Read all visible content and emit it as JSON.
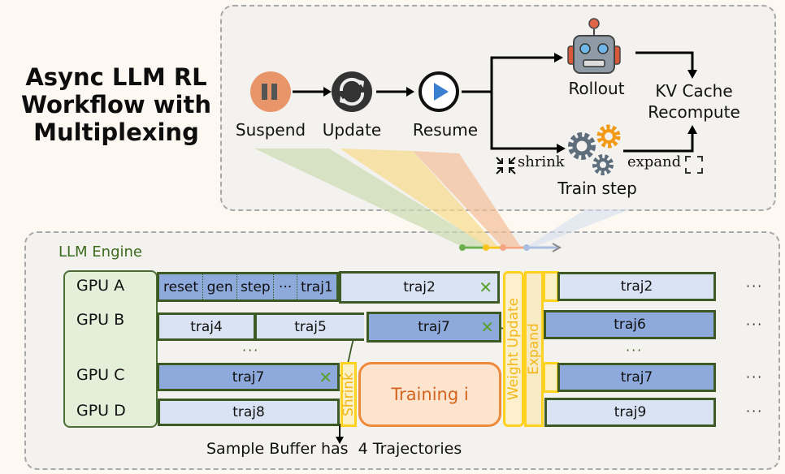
{
  "title": "Async LLM RL Workflow with Multiplexing",
  "title_lines": [
    "Async LLM RL",
    "Workflow with",
    "Multiplexing"
  ],
  "workflow": {
    "steps": [
      {
        "label": "Suspend",
        "icon": "pause-icon",
        "color": "#e8956a"
      },
      {
        "label": "Update",
        "icon": "refresh-icon",
        "color": "#333333"
      },
      {
        "label": "Resume",
        "icon": "play-icon",
        "color": "#3a7fd0"
      }
    ],
    "rollout_label": "Rollout",
    "train_step_label": "Train step",
    "kv_cache_lines": [
      "KV Cache",
      "Recompute"
    ],
    "shrink_label": "shrink",
    "expand_label": "expand"
  },
  "engine": {
    "label": "LLM Engine",
    "gpus": [
      "GPU A",
      "GPU B",
      "GPU C",
      "GPU D"
    ],
    "gpu_a_first_block_segments": [
      "reset",
      "gen",
      "step",
      "···",
      "traj1"
    ],
    "blocks": {
      "a2": "traj2",
      "b1": "traj4",
      "b2": "traj5",
      "b3": "traj7",
      "c1": "traj7",
      "d1": "traj8",
      "ra": "traj2",
      "rb": "traj6",
      "rc": "traj7",
      "rd": "traj9"
    },
    "ellipsis": "···",
    "x_mark": "✕",
    "shrink_bar": "Shrink",
    "weight_update_bar": "Weight Update",
    "expand_bar": "Expand",
    "training_label": "Training i",
    "sample_buffer_note": "Sample Buffer has  4 Trajectories"
  },
  "colors": {
    "light_block": "#d9e3f3",
    "dark_block": "#8eaadc",
    "block_border": "#3d5a25",
    "phase_yellow": "#ffd21f",
    "training_orange": "#ee8a3c",
    "engine_green": "#3a6a1c"
  }
}
